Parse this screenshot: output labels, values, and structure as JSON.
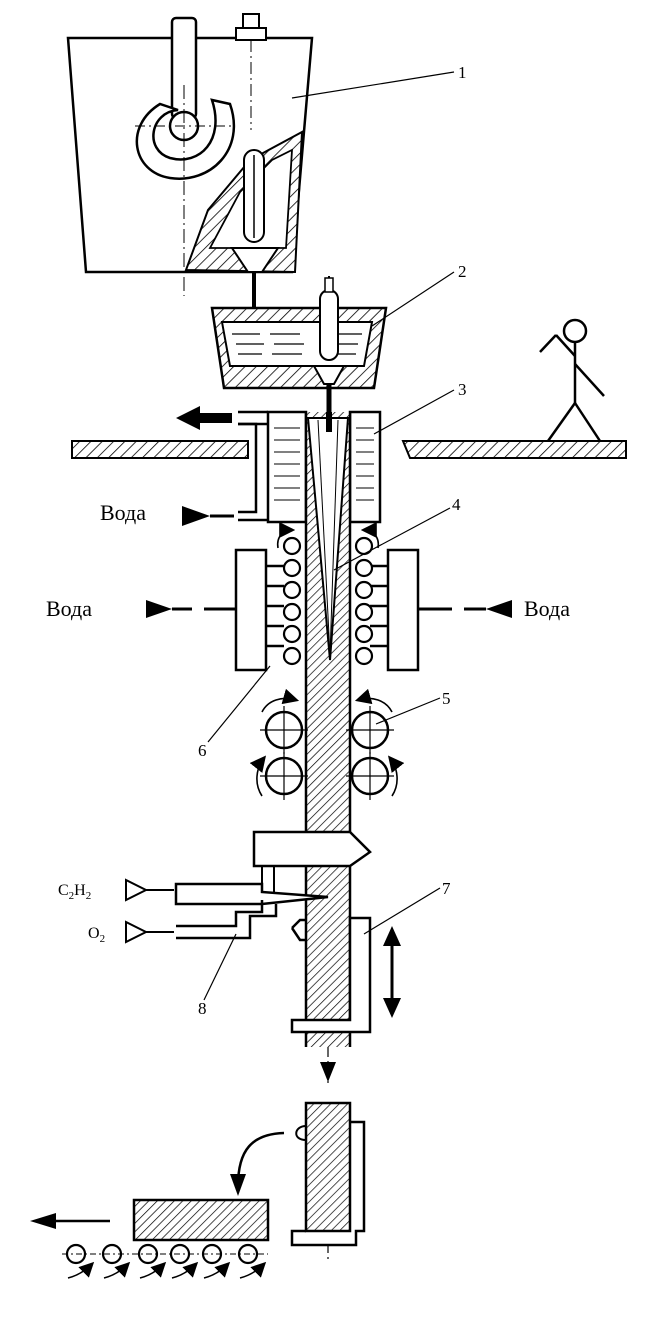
{
  "callouts": [
    "1",
    "2",
    "3",
    "4",
    "5",
    "6",
    "7",
    "8"
  ],
  "labels": {
    "water_top": "Вода",
    "water_left": "Вода",
    "water_right": "Вода"
  },
  "gases": {
    "acetylene": {
      "main": "C",
      "sub1": "2",
      "mid": "H",
      "sub2": "2"
    },
    "oxygen": {
      "main": "O",
      "sub": "2"
    }
  }
}
